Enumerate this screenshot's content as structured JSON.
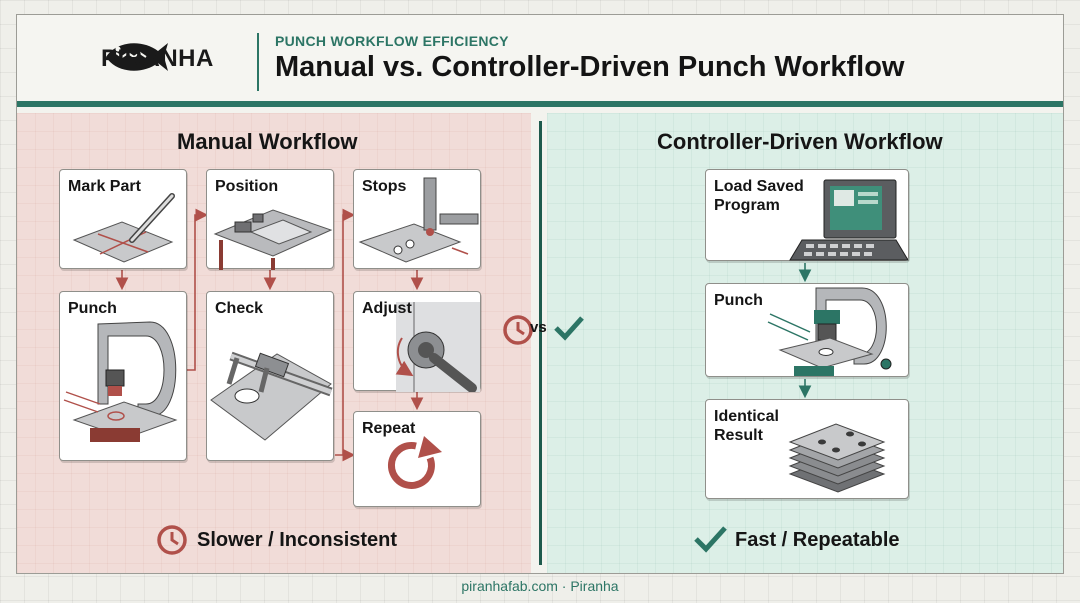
{
  "brand": {
    "name": "PIRANHA"
  },
  "header": {
    "eyebrow": "PUNCH WORKFLOW EFFICIENCY",
    "title": "Manual vs. Controller-Driven Punch Workflow"
  },
  "manual": {
    "title": "Manual Workflow",
    "steps": [
      "Mark Part",
      "Position",
      "Stops",
      "Punch",
      "Check",
      "Adjust",
      "Repeat"
    ],
    "status": "Slower / Inconsistent"
  },
  "compare": {
    "vs": "vs"
  },
  "controller": {
    "title": "Controller-Driven Workflow",
    "steps": [
      "Load Saved\nProgram",
      "Punch",
      "Identical\nResult"
    ],
    "status": "Fast / Repeatable"
  },
  "footer": {
    "text": "piranhafab.com · Piranha"
  },
  "colors": {
    "accent_green": "#2c7565",
    "accent_red": "#b0504a",
    "panel_left": "#f1dcd8",
    "panel_right": "#dcefe7"
  }
}
